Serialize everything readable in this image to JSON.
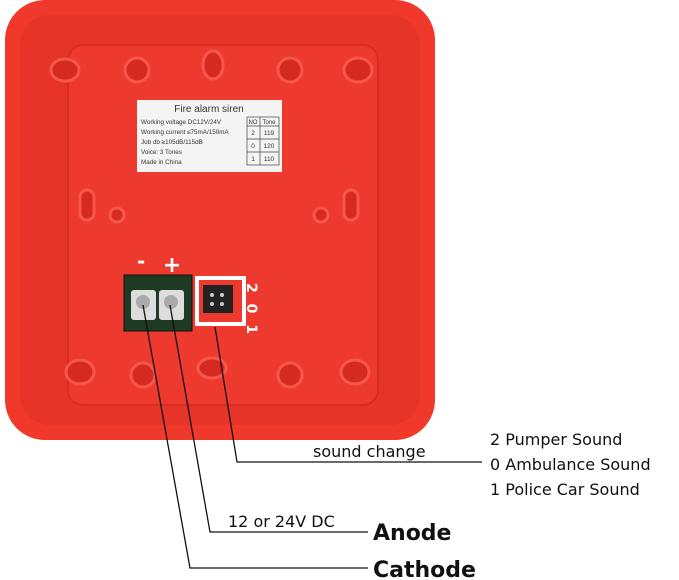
{
  "label": {
    "title": "Fire alarm siren",
    "specs": [
      "Working voltage DC12V/24V",
      "Working current ≤75mA/150mA",
      "Job db ≥105dB/115dB",
      "Voice: 3 Tones",
      "Made in China"
    ],
    "table_headers": [
      "NO",
      "Tone"
    ],
    "table_rows": [
      [
        "2",
        "119"
      ],
      [
        "0",
        "120"
      ],
      [
        "1",
        "110"
      ]
    ]
  },
  "terminal": {
    "minus": "-",
    "plus": "+",
    "switch_positions": "2 0 1"
  },
  "annotations": {
    "sound_change": "sound change",
    "sounds": [
      "2 Pumper Sound",
      "0 Ambulance Sound",
      "1 Police Car Sound"
    ],
    "voltage": "12 or 24V DC",
    "anode": "Anode",
    "cathode": "Cathode"
  },
  "colors": {
    "housing": "#f0392b",
    "plate": "#e8302a",
    "label_bg": "#f4f4f4",
    "terminal": "#1f3a22"
  }
}
